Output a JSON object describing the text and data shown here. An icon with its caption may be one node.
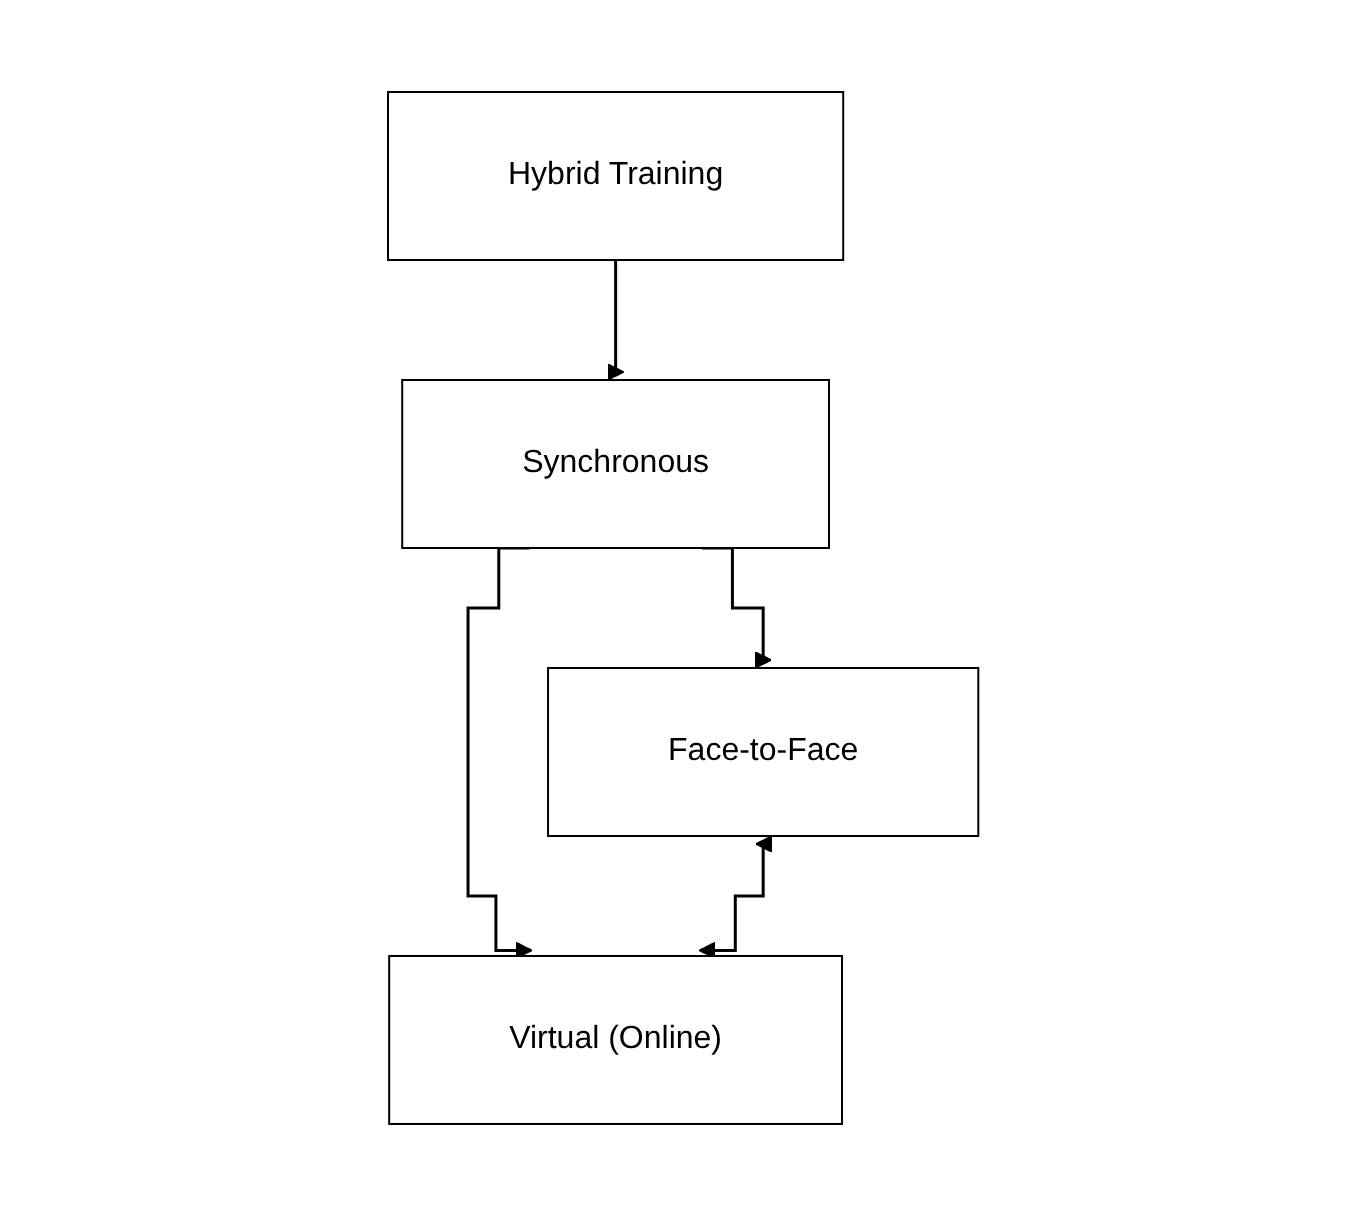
{
  "diagram": {
    "nodes": [
      {
        "text": [
          "Hybrid Training"
        ]
      },
      {
        "text": [
          "Synchronous"
        ]
      },
      {
        "text": [
          "Face-to-Face"
        ]
      },
      {
        "text": [
          "Virtual (Online)"
        ]
      }
    ],
    "edges": [
      {
        "from": 0,
        "to": 1,
        "arrow": "to"
      },
      {
        "from": 1,
        "to": 2,
        "arrow": "to"
      },
      {
        "from": 1,
        "to": 3,
        "arrow": "to"
      },
      {
        "from": 2,
        "to": 3,
        "arrow": "both"
      }
    ]
  }
}
